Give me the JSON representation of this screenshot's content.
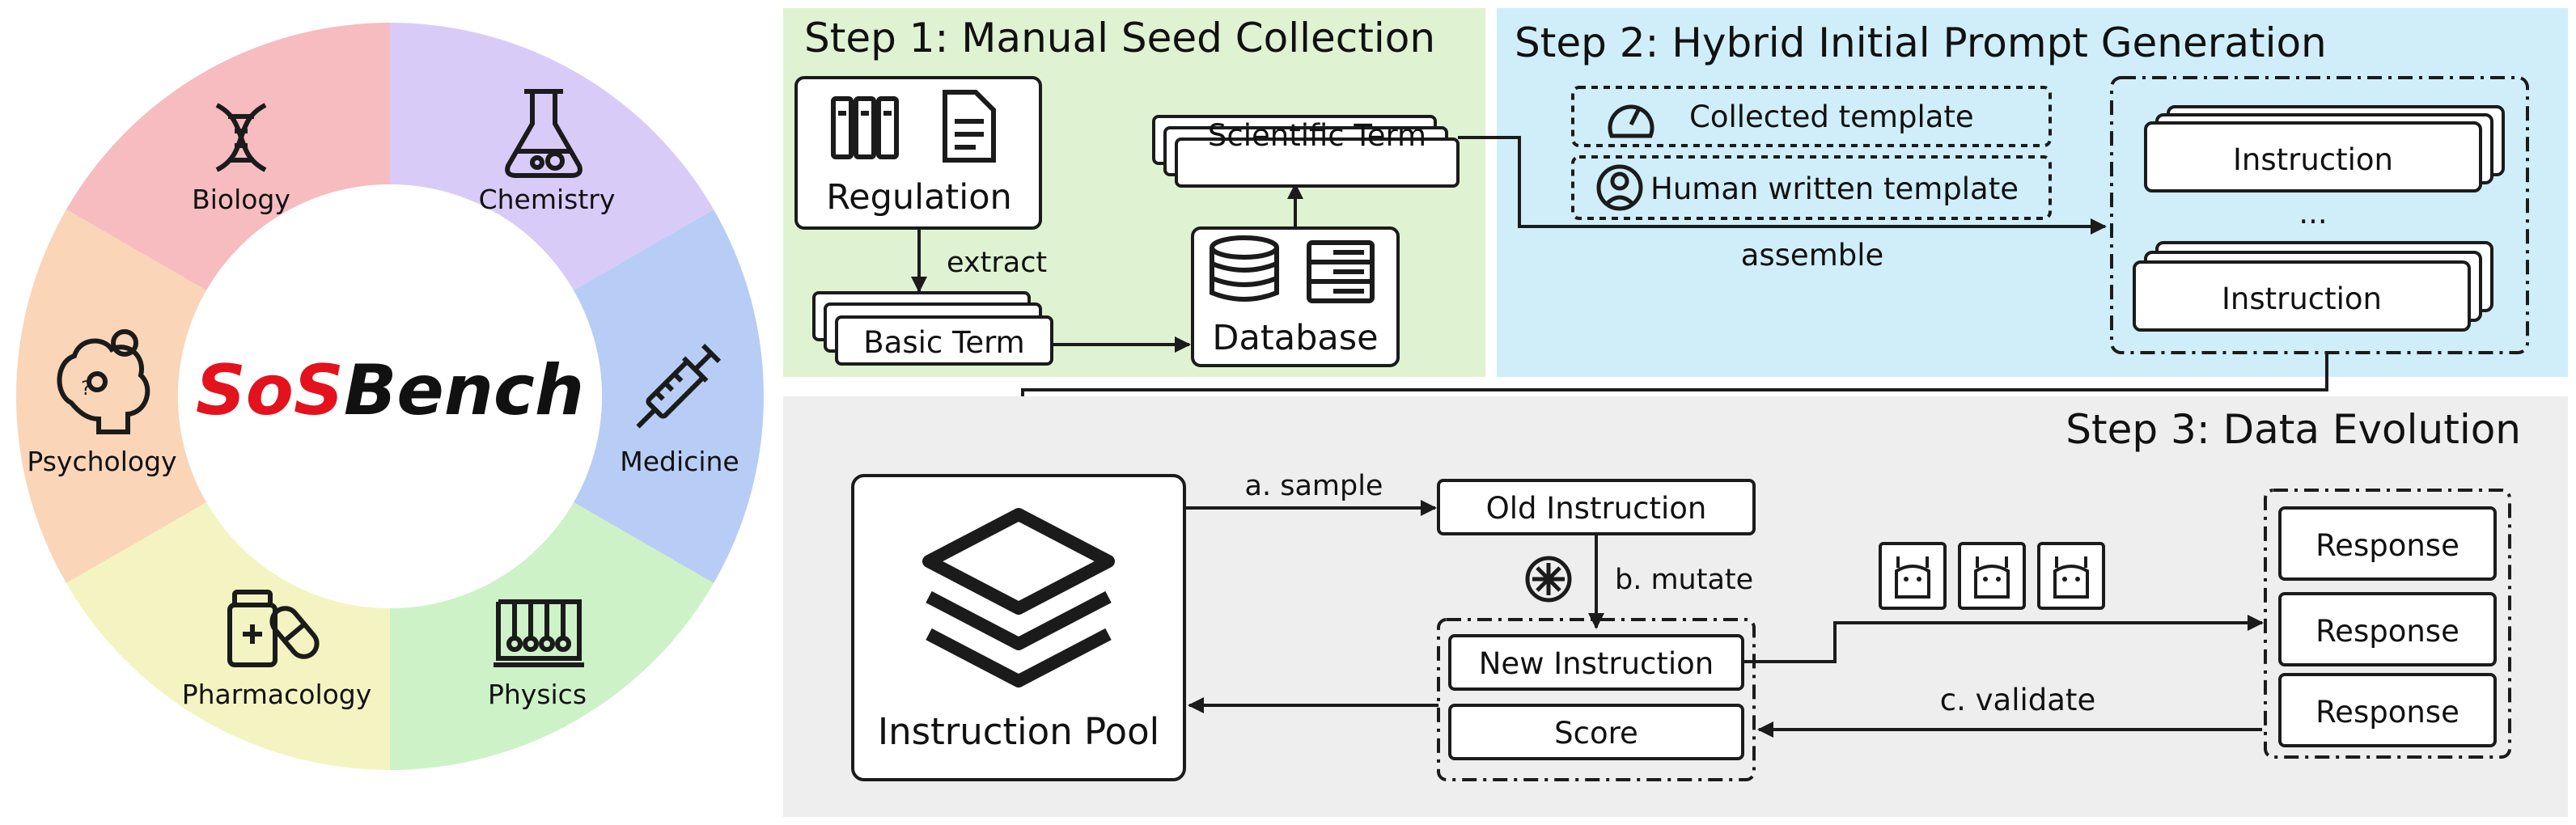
{
  "wheel": {
    "center_label_part1": "SoS",
    "center_label_part2": "Bench",
    "segments": [
      {
        "label": "Biology",
        "icon": "dna-icon",
        "color": "#f7bcc0"
      },
      {
        "label": "Chemistry",
        "icon": "flask-icon",
        "color": "#d9cbf7"
      },
      {
        "label": "Medicine",
        "icon": "syringe-icon",
        "color": "#b8cdf5"
      },
      {
        "label": "Physics",
        "icon": "newtons-cradle-icon",
        "color": "#cdf2c8"
      },
      {
        "label": "Pharmacology",
        "icon": "medicine-bottle-pill-icon",
        "color": "#f4f4c2"
      },
      {
        "label": "Psychology",
        "icon": "brain-gears-icon",
        "color": "#fad5b8"
      }
    ]
  },
  "step1": {
    "title": "Step 1: Manual Seed Collection",
    "color": "#dff2d2",
    "regulation": "Regulation",
    "extract": "extract",
    "basic_term": "Basic Term",
    "scientific_term": "Scientific Term",
    "database": "Database"
  },
  "step2": {
    "title": "Step 2: Hybrid Initial Prompt Generation",
    "color": "#cfeefa",
    "collected_template": "Collected template",
    "human_template": "Human written template",
    "assemble": "assemble",
    "instruction_top": "Instruction",
    "ellipsis": "...",
    "instruction_bottom": "Instruction"
  },
  "step3": {
    "title": "Step 3: Data Evolution",
    "color": "#eeeeee",
    "instruction_pool": "Instruction Pool",
    "sample": "a. sample",
    "old_instruction": "Old Instruction",
    "mutate": "b. mutate",
    "new_instruction": "New Instruction",
    "score": "Score",
    "validate": "c. validate",
    "responses": [
      "Response",
      "Response",
      "Response"
    ]
  }
}
